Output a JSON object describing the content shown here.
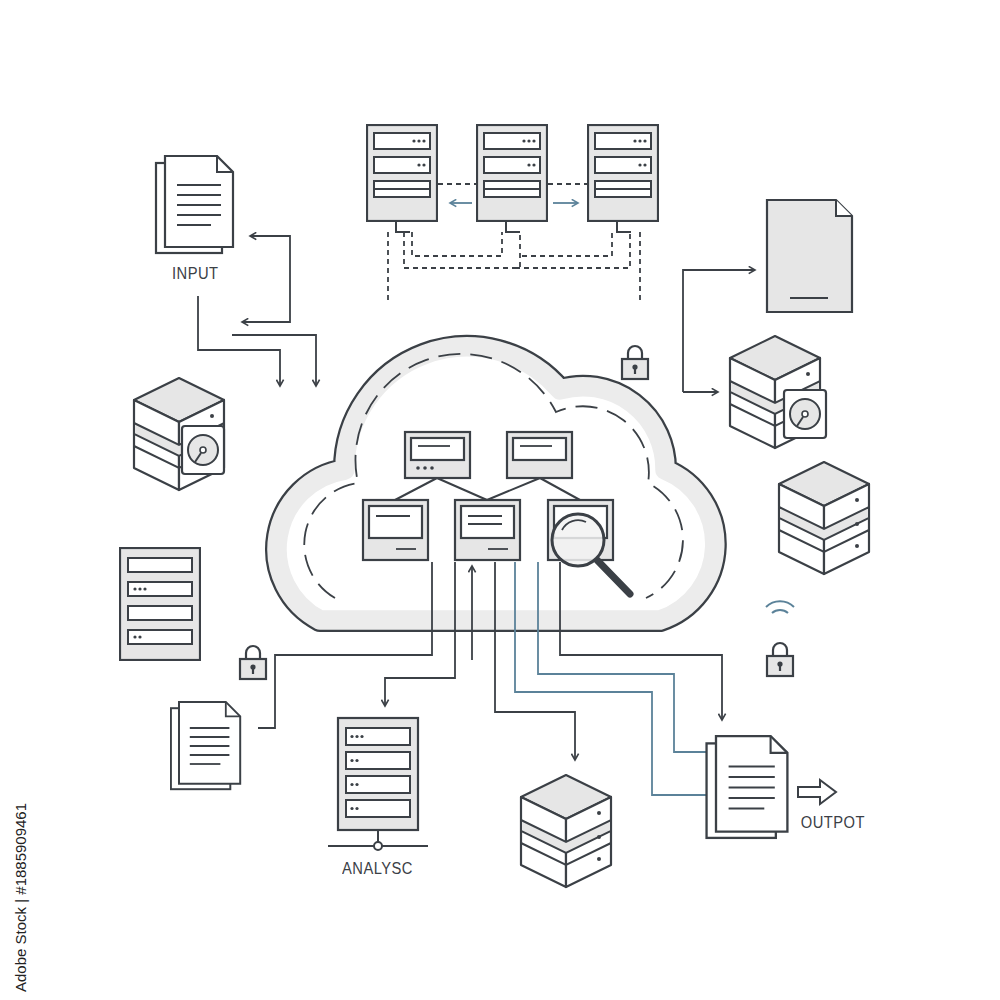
{
  "diagram": {
    "nodes": [
      {
        "text": [
          "INPUT"
        ]
      },
      {
        "text": [
          "ANALYSC"
        ]
      },
      {
        "text": [
          "OUTPOT"
        ]
      }
    ],
    "labels": [
      "Adobe Stock | #1885909461"
    ]
  }
}
